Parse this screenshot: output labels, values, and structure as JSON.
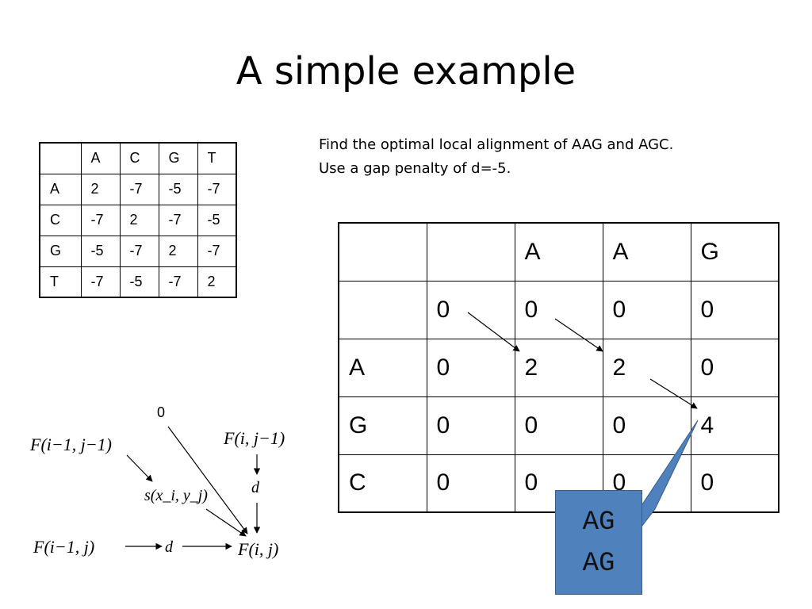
{
  "slide": {
    "title": "A simple example",
    "instructions": [
      "Find the optimal local alignment of AAG and AGC.",
      "Use a gap penalty of d=-5."
    ]
  },
  "score_matrix": {
    "header": [
      "",
      "A",
      "C",
      "G",
      "T"
    ],
    "rows": [
      [
        "A",
        "2",
        "-7",
        "-5",
        "-7"
      ],
      [
        "C",
        "-7",
        "2",
        "-7",
        "-5"
      ],
      [
        "G",
        "-5",
        "-7",
        "2",
        "-7"
      ],
      [
        "T",
        "-7",
        "-5",
        "-7",
        "2"
      ]
    ]
  },
  "dp_table": {
    "header": [
      "",
      "",
      "A",
      "A",
      "G"
    ],
    "rows": [
      [
        "",
        "0",
        "0",
        "0",
        "0"
      ],
      [
        "A",
        "0",
        "2",
        "2",
        "0"
      ],
      [
        "G",
        "0",
        "0",
        "0",
        "4"
      ],
      [
        "C",
        "0",
        "0",
        "0",
        "0"
      ]
    ]
  },
  "callout": {
    "line1": "AG",
    "line2": "AG",
    "color": "#4f81bd"
  },
  "recurrence": {
    "zero": "0",
    "diag": "F(i−1, j−1)",
    "up": "F(i, j−1)",
    "score": "s(x_i, y_j)",
    "d_up": "d",
    "left": "F(i−1, j)",
    "d_left": "d",
    "target": "F(i, j)"
  }
}
